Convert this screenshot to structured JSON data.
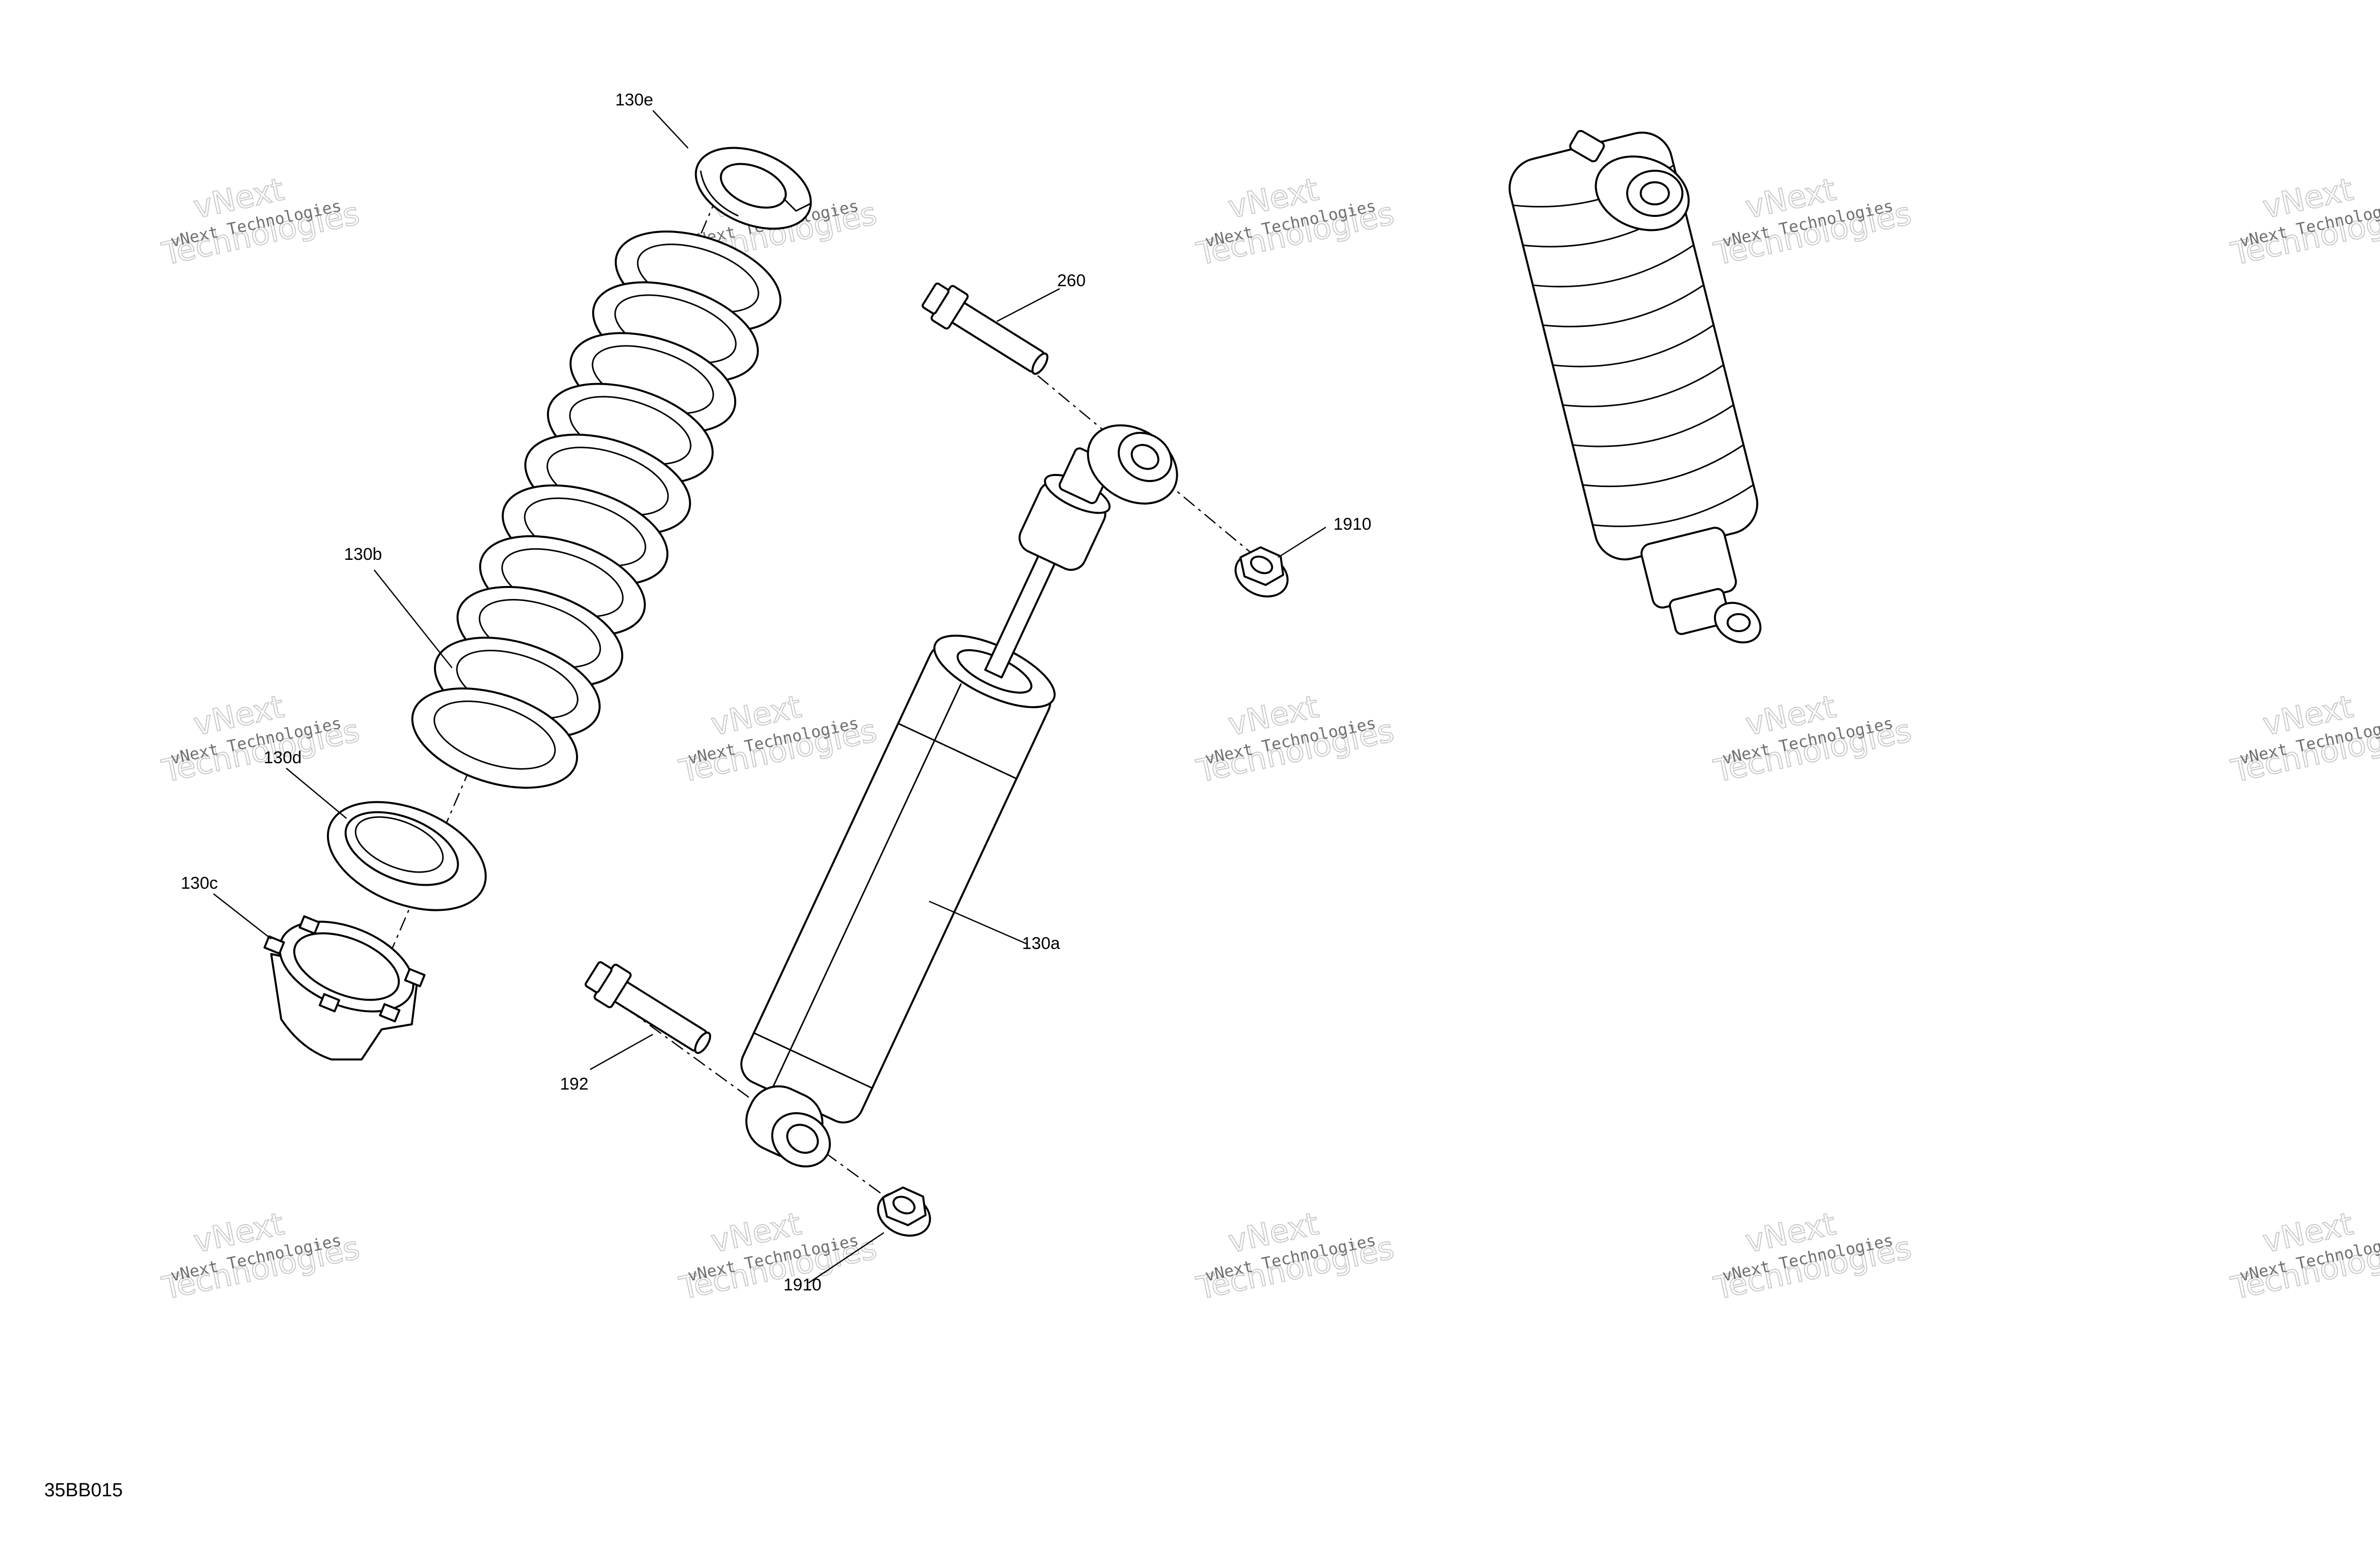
{
  "callouts": {
    "c130e": "130e",
    "c130b": "130b",
    "c130d": "130d",
    "c130c": "130c",
    "c260": "260",
    "c1910": "1910",
    "c130a": "130a",
    "c192": "192",
    "c1910b": "1910"
  },
  "figure_ref": "35BB015",
  "watermark": {
    "line1": "vNext Technologies",
    "line2": "vNext",
    "line3": "Technologies"
  }
}
